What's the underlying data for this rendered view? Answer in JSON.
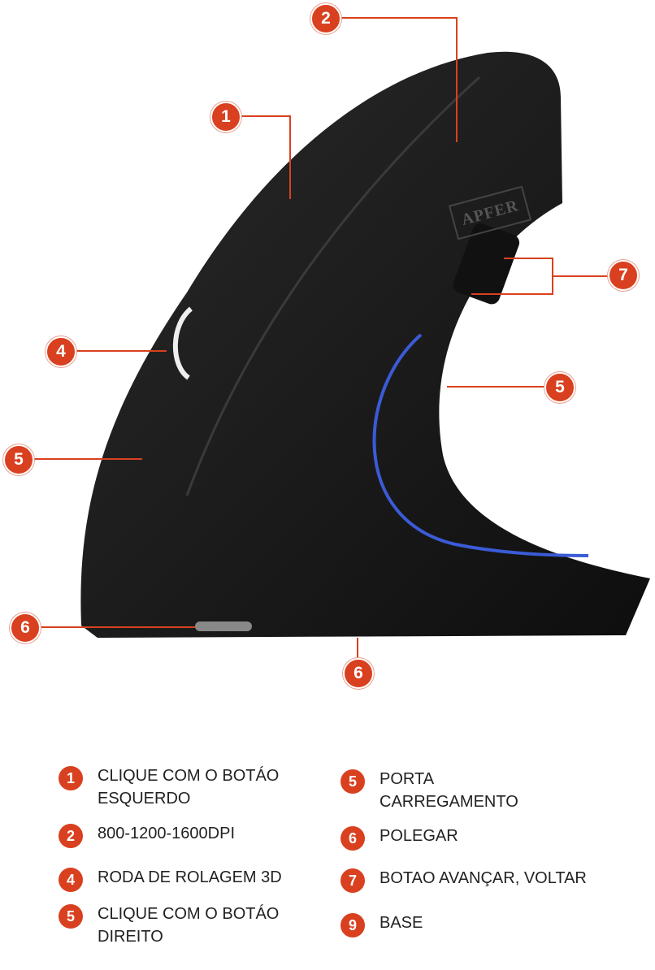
{
  "logo_text": "APFER",
  "callouts": [
    "1",
    "2",
    "7",
    "4",
    "5",
    "5",
    "6",
    "6"
  ],
  "legend": [
    {
      "num": "1",
      "text": "CLIQUE COM O BOTÁO ESQUERDO"
    },
    {
      "num": "2",
      "text": "800-1200-1600DPI"
    },
    {
      "num": "4",
      "text": "RODA DE ROLAGEM 3D"
    },
    {
      "num": "5",
      "text": "CLIQUE COM O BOTÁO DIREITO"
    },
    {
      "num": "5",
      "text": "PORTA CARREGAMENTO"
    },
    {
      "num": "6",
      "text": "POLEGAR"
    },
    {
      "num": "7",
      "text": "BOTAO AVANÇAR, VOLTAR"
    },
    {
      "num": "9",
      "text": "BASE"
    }
  ],
  "colors": {
    "accent": "#d9401f",
    "led": "#3b5bd6",
    "body": "#1a1a1a"
  }
}
